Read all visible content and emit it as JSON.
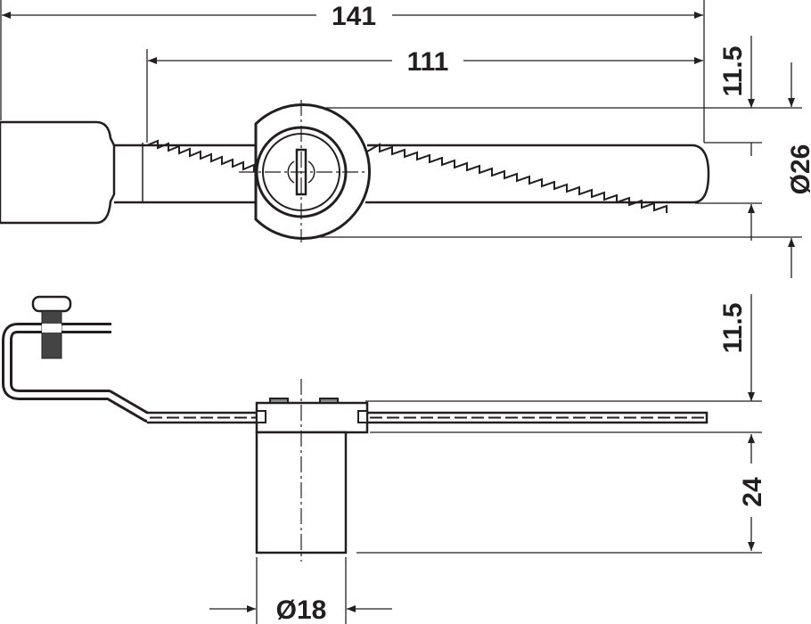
{
  "dimensions": {
    "overall_length": "141",
    "rack_length": "111",
    "top_offset": "11.5",
    "lock_diameter": "Ø26",
    "bottom_offset": "11.5",
    "housing_height": "24",
    "cylinder_diameter": "Ø18"
  },
  "colors": {
    "line": "#231f20",
    "background": "#ffffff"
  }
}
